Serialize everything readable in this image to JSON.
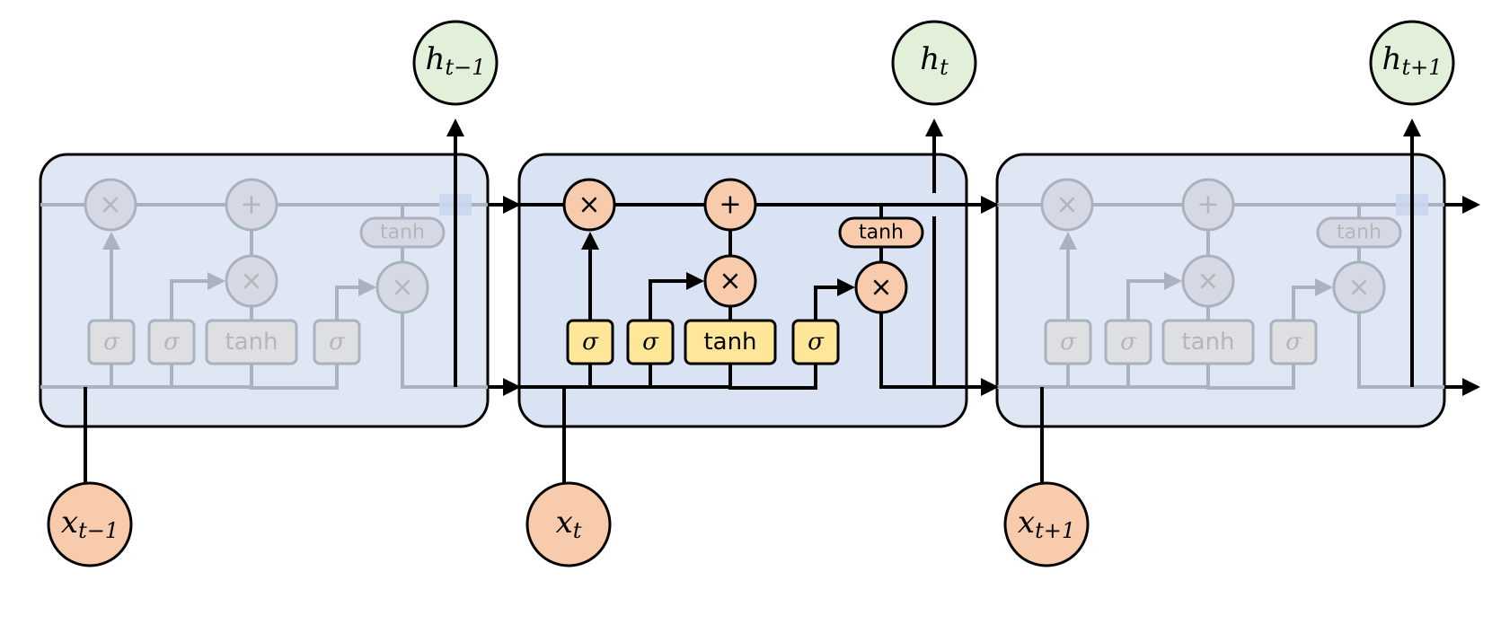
{
  "colors": {
    "cell_fill": "#dae3f3",
    "cell_stroke": "#000000",
    "faded_cell_fill": "#dfe6f4",
    "op_fill": "#f8cbad",
    "gate_fill": "#ffe699",
    "output_fill": "#e2f0d9",
    "faded_op_fill": "#d6d9e3",
    "faded_gate_fill": "#dedfe0",
    "faded_stroke": "#aab1bf",
    "faded_text": "#b3b6bd",
    "line": "#000000"
  },
  "cells": [
    {
      "role": "previous",
      "faded": true,
      "input": {
        "base": "x",
        "sub": "t−1"
      },
      "output": {
        "base": "h",
        "sub": "t−1"
      },
      "ops": {
        "forget": "×",
        "add": "+",
        "input_mul": "×",
        "output_mul": "×"
      },
      "gates": [
        "σ",
        "σ",
        "tanh",
        "σ"
      ],
      "cell_tanh": "tanh"
    },
    {
      "role": "current",
      "faded": false,
      "input": {
        "base": "x",
        "sub": "t"
      },
      "output": {
        "base": "h",
        "sub": "t"
      },
      "ops": {
        "forget": "×",
        "add": "+",
        "input_mul": "×",
        "output_mul": "×"
      },
      "gates": [
        "σ",
        "σ",
        "tanh",
        "σ"
      ],
      "cell_tanh": "tanh"
    },
    {
      "role": "next",
      "faded": true,
      "input": {
        "base": "x",
        "sub": "t+1"
      },
      "output": {
        "base": "h",
        "sub": "t+1"
      },
      "ops": {
        "forget": "×",
        "add": "+",
        "input_mul": "×",
        "output_mul": "×"
      },
      "gates": [
        "σ",
        "σ",
        "tanh",
        "σ"
      ],
      "cell_tanh": "tanh"
    }
  ]
}
